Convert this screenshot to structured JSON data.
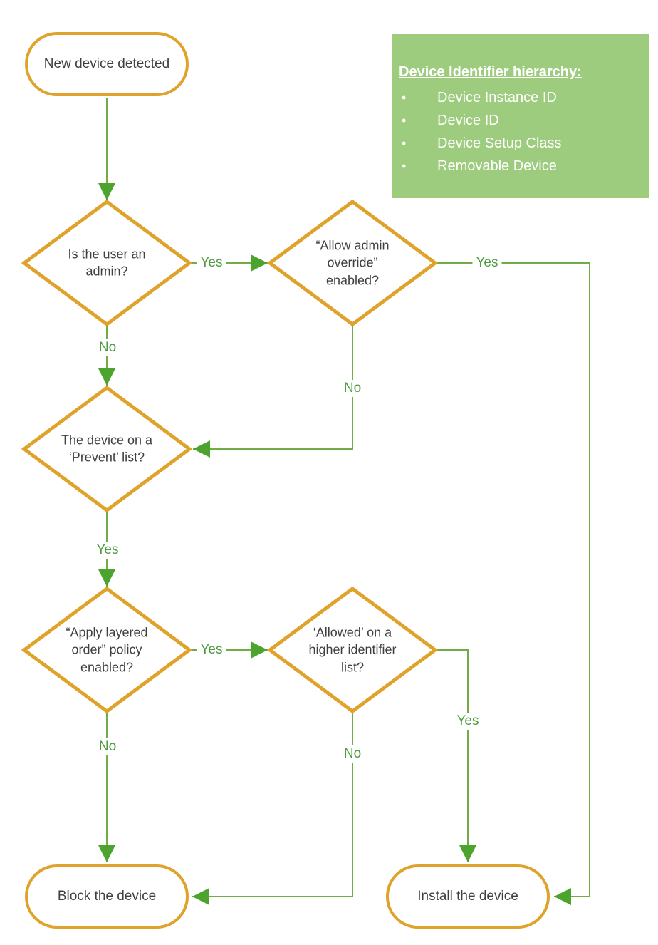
{
  "diagram": {
    "start": {
      "label": "New device detected"
    },
    "legend": {
      "title": "Device Identifier hierarchy:",
      "items": [
        "Device Instance ID",
        "Device ID",
        "Device Setup Class",
        "Removable Device"
      ]
    },
    "decisions": {
      "admin": "Is the user an admin?",
      "override": "“Allow admin override” enabled?",
      "prevent": "The device on a ‘Prevent’ list?",
      "layered": "“Apply layered order” policy enabled?",
      "higher": "‘Allowed’ on a higher identifier list?"
    },
    "terminals": {
      "block": "Block the device",
      "install": "Install the device"
    },
    "edges": {
      "admin_override": {
        "label": "Yes"
      },
      "admin_prevent": {
        "label": "No"
      },
      "override_install": {
        "label": "Yes"
      },
      "override_prevent": {
        "label": "No"
      },
      "prevent_layered": {
        "label": "Yes"
      },
      "layered_higher": {
        "label": "Yes"
      },
      "layered_block": {
        "label": "No"
      },
      "higher_install": {
        "label": "Yes"
      },
      "higher_block": {
        "label": "No"
      }
    },
    "colors": {
      "shape_border": "#DFA32B",
      "connector": "#70AD47",
      "arrowhead": "#4CA32E",
      "label_text": "#4E9A40",
      "legend_bg": "#9DCC7F",
      "legend_text": "#FFFFFF",
      "node_text": "#3F3F3F"
    }
  }
}
